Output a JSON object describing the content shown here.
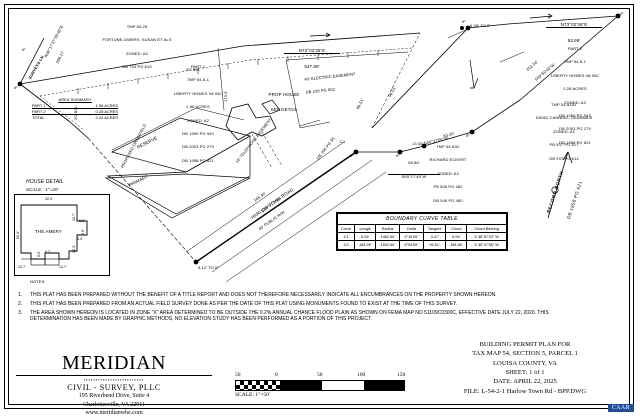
{
  "document": {
    "type": "Building Permit Plan / Plat",
    "title_block": {
      "line1": "BUILDING PERMIT PLAN FOR",
      "line2": "TAX MAP 54, SECTION 5, PARCEL 1",
      "line3": "LOUISA COUNTY, VA",
      "line4": "SHEET: 1 of 1",
      "line5": "DATE: APRIL 22, 2025",
      "line6": "FILE: L-54-2-1 Harlow Town Rd - BPP.DWG"
    },
    "watermark_badge": "CAAR"
  },
  "firm": {
    "name": "MERIDIAN",
    "discipline": "CIVIL - SURVEY, PLLC",
    "address1": "195 Riverbend Drive, Suite 4",
    "address2": "Charlottesville, VA 22911",
    "website": "www.meridianwbe.com"
  },
  "notes": {
    "heading": "NOTES:",
    "items": [
      {
        "num": "1.",
        "text": "THIS PLAT HAS BEEN PREPARED WITHOUT THE BENEFIT OF A TITLE REPORT AND DOES NOT THEREFORE NECESSARILY INDICATE ALL ENCUMBRANCES ON THE PROPERTY SHOWN HEREON."
      },
      {
        "num": "2.",
        "text": "THIS PLAT HAS BEEN PREPARED FROM AN ACTUAL FIELD SURVEY DONE AS PER THE DATE OF THIS PLAT USING MONUMENTS FOUND TO EXIST AT THE TIME OF THIS SURVEY."
      },
      {
        "num": "3.",
        "text": "THE AREA SHOWN HEREON IS LOCATED IN ZONE \"X\" AREA DETERMINED TO BE OUTSIDE THE 0.2% ANNUAL CHANCE FLOOD PLAIN AS SHOWN ON FEMA MAP NO 51109C0300C, EFFECTIVE DATE JULY 22, 2020. THIS DETERMINATION HAS BEEN MADE BY GRAPHIC METHODS, NO ELEVATION STUDY HAS BEEN PERFORMED AS A PORTION OF THIS PROJECT."
      }
    ]
  },
  "scale_bar": {
    "caption": "SCALE:  1\"=50'",
    "ticks": [
      "50",
      "0",
      "50",
      "100",
      "150"
    ]
  },
  "area_summary": {
    "heading": "AREA SUMMARY",
    "rows": [
      {
        "label": "PART 1",
        "value": "1.96 ACRES"
      },
      {
        "label": "PART 2",
        "value": "0.28 ACRES"
      },
      {
        "label": "TOTAL",
        "value": "2.24 ACRES"
      }
    ]
  },
  "curve_table": {
    "title": "BOUNDARY CURVE TABLE",
    "columns": [
      "Curve",
      "Length",
      "Radius",
      "Delta",
      "Tangent",
      "Chord",
      "Chord Bearing"
    ],
    "rows": [
      [
        "C1",
        "6.94'",
        "1482.50'",
        "0°16'06\"",
        "3.47'",
        "6.94'",
        "S 38°57'23\" W"
      ],
      [
        "C2",
        "184.99'",
        "1532.50'",
        "6°54'59\"",
        "92.61'",
        "184.88'",
        "S 35°37'56\" W"
      ]
    ]
  },
  "house_detail": {
    "title": "HOUSE DETAIL",
    "scale": "SCALE:  1\"=20'",
    "model": "THE AMERY",
    "dims": [
      "32.0'",
      "52.0'",
      "10.7'",
      "6.5'",
      "9.0'",
      "6.3'",
      "12.3'",
      "6.7'",
      "5.0'",
      "12.7'",
      "12.7'"
    ]
  },
  "parcels": {
    "north_neighbor": {
      "tmp": "TMP 54-25",
      "owner": "FORTUNE-OWERS, SUSAN ET ALS",
      "zoned": "ZONED: A2",
      "deed": "DB 753 PG 619"
    },
    "part1": {
      "part": "PART 1",
      "tmp": "TMP 54-5-1",
      "owner": "LIBERTY HOMES VA INC",
      "acreage": "1.96 ACRES",
      "zoned": "ZONED: A2",
      "deed1": "DB 1990 PG 943",
      "deed2": "DB 2003 PG 279",
      "deed3": "DB 1958 PG 621"
    },
    "part2": {
      "part": "PART 2",
      "tmp": "TMP 54-5-1",
      "owner": "LIBERTY HOMES VA INC",
      "acreage": "0.28 ACRES",
      "zoned": "ZONED: A2",
      "deed1": "DB 1990 PG 943",
      "deed2": "DB 2003 PG 279",
      "deed3": "DB 1958 PG 621"
    },
    "east_neighbor": {
      "tmp": "TMP 54-81A1",
      "owner": "DAVID CANNING, DEANNA B",
      "zoned": "ZONED: A2",
      "deed1": "PB 937 PG 617",
      "deed2": "DB 937 PG 614"
    },
    "south_neighbor": {
      "tmp": "TMP 54-83C",
      "owner": "RICHARD ECKERT",
      "zoned": "ZONED: A2",
      "deed1": "PB 546 PG 482",
      "deed2": "DB 546 PG 480"
    }
  },
  "site_labels": {
    "prop_house": "PROP HOUSE",
    "see_detail": "SEE DETAIL",
    "reserve": "RESERVE",
    "primary": "PRIMARY",
    "proposed_drainfield": "PROPOSED DRAINFIELD",
    "bsl": "20' BSL",
    "bsl_side": "20' BSL",
    "electric_easement": "40' ELECTRIC EASEMENT",
    "electric_easement_deed": "DB 236 PG 602",
    "telephone_easement": "16' TELEPHONE EASEMENT",
    "telephone_easement_deed": "DB 250 PG 35",
    "road_name": "HARLOW TOWN ROAD",
    "road_rw": "40' PUBLIC R/W",
    "record_north": "RECORD NORTH",
    "record_north_deed": "DB 1958 PG 621",
    "surveys_ln": "SURVEYS LN"
  },
  "bearings": {
    "north_line": "N73°02'35\"E",
    "north_line_dist": "537.68'",
    "top_right_line": "N73°02'36\"E",
    "top_right_dist": "93.99'",
    "nw_line": "N36°17'37°05'40\"E",
    "nw_dist": "208.17'",
    "east_line": "S49°50'40\"W",
    "east_dist": "202.54'",
    "south_line_a": "S65°17'49\"W",
    "south_dist_a": "69.86'",
    "south_line_b": "S49°37'06\"W",
    "south_dist_b": "13.32'",
    "road_line": "S35°07'7\"W",
    "road_dist": "166.36'",
    "tie_top": "6.98' TO IF",
    "tie_bottom": "5.12' TO IF",
    "west_bsl": "20' BSL",
    "mid_175": "173.5'",
    "mid_63": "63.35'",
    "mid_96": "96.51'",
    "mid_east2": "86.51'"
  },
  "monuments": {
    "found_iron": "IF"
  }
}
